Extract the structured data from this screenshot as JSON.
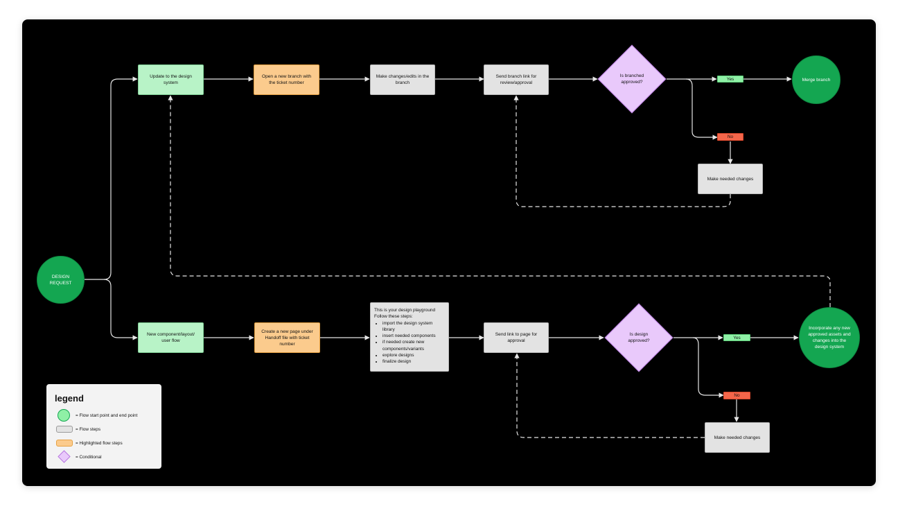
{
  "nodes": {
    "design_request": "DESIGN REQUEST",
    "update_design_system": "Update to the design system",
    "open_branch": "Open a new branch with the ticket number",
    "make_changes_branch": "Make changes/edits in the branch",
    "send_branch_link": "Send branch link for review/approval",
    "is_branched_approved": "Is branched approved?",
    "merge_branch": "Merge branch",
    "make_needed_changes_top": "Make needed changes",
    "new_component": "New component/layout/ user flow",
    "create_page": "Create a new page under Handoff file with ticket number",
    "send_page_link": "Send link to page for approval",
    "is_design_approved": "Is design approved?",
    "incorporate": "Incorporate any new approved assets and changes into the design system",
    "make_needed_changes_bottom": "Make needed changes"
  },
  "playground": {
    "line1": "This is your design playground",
    "line2": "Follow these steps:",
    "steps": [
      "import the design system library",
      "insert needed components",
      "if needed create new components/variants",
      "explore designs",
      "finalize design"
    ]
  },
  "tags": {
    "yes_top": "Yes",
    "no_top": "No",
    "yes_bottom": "Yes",
    "no_bottom": "No"
  },
  "legend": {
    "title": "legend",
    "items": [
      "= Flow start point and end point",
      "= Flow steps",
      "= Highlighted flow steps",
      "= Conditional"
    ]
  },
  "colors": {
    "canvas": "#000000",
    "terminal_green": "#14a651",
    "step_grey": "#e3e3e3",
    "highlight_orange": "#fbcb8d",
    "green_step": "#b8f3c7",
    "conditional_purple": "#e9c9fb",
    "yes_tag": "#8ff0a6",
    "no_tag": "#f4664a",
    "connector": "#e6e6e6"
  }
}
